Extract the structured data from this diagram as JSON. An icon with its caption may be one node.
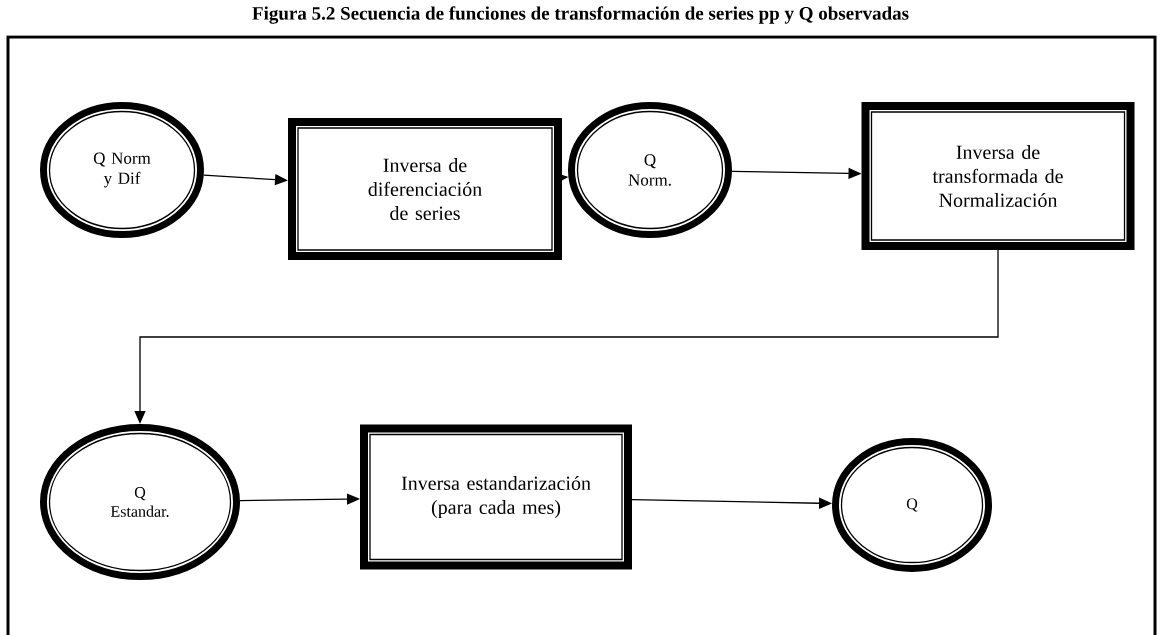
{
  "diagram": {
    "title": "Figura 5.2 Secuencia de funciones de transformación de series pp y Q observadas",
    "nodes": [
      {
        "text": [
          "Q Norm y Dif"
        ]
      },
      {
        "text": [
          "Inversa de diferenciación de series"
        ]
      },
      {
        "text": [
          "Q Norm."
        ]
      },
      {
        "text": [
          "Inversa de transformada de Normalización"
        ]
      },
      {
        "text": [
          "Q Estandar."
        ]
      },
      {
        "text": [
          "Inversa estandarización (para cada mes)"
        ]
      },
      {
        "text": [
          "Q"
        ]
      }
    ],
    "edges": [
      {
        "from": 0,
        "to": 1,
        "arrow": "to"
      },
      {
        "from": 1,
        "to": 2,
        "arrow": "to"
      },
      {
        "from": 2,
        "to": 3,
        "arrow": "to"
      },
      {
        "from": 3,
        "to": 4,
        "arrow": "to"
      },
      {
        "from": 4,
        "to": 5,
        "arrow": "to"
      },
      {
        "from": 5,
        "to": 6,
        "arrow": "to"
      }
    ]
  }
}
